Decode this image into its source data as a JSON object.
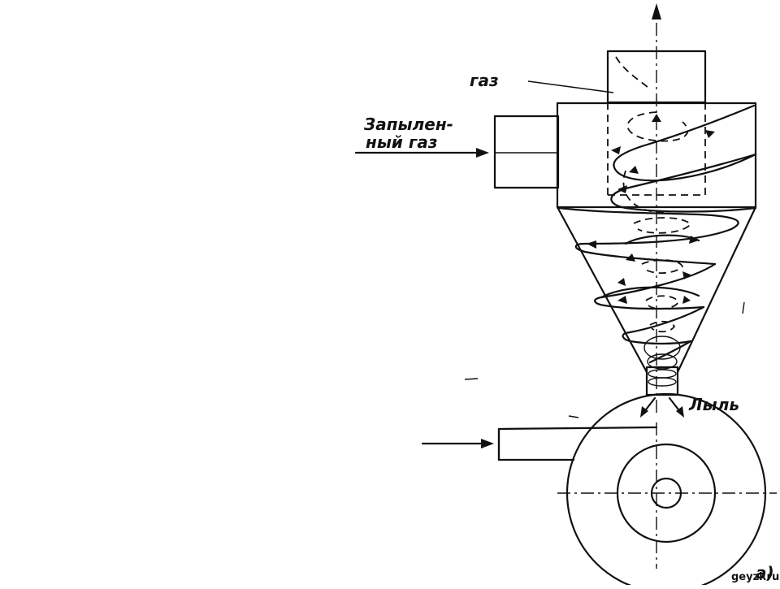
{
  "labels": {
    "gas_out": "газ",
    "inlet_line1": "Запылен-",
    "inlet_line2": "ный газ",
    "dust": "Лыль",
    "figure_letter": "а)"
  },
  "watermark": "geyzi.ru",
  "colors": {
    "ink": "#111111",
    "background": "#ffffff"
  }
}
